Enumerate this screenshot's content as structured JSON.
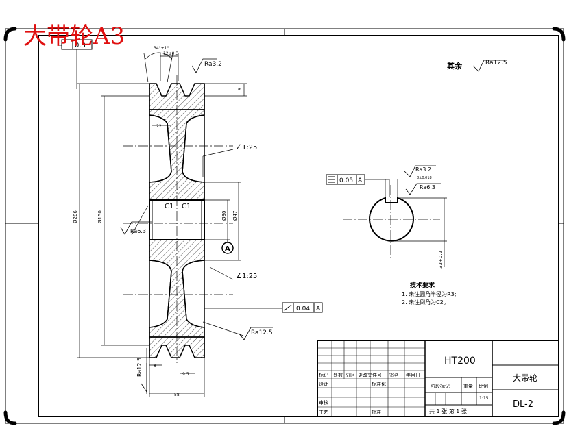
{
  "title_block": {
    "material": "HT200",
    "part_name": "大带轮",
    "drawing_no": "DL-2",
    "scale": "1:15",
    "sheet": "共 1 张  第 1 张",
    "headers": [
      "标记",
      "处数",
      "分区",
      "更改文件号",
      "签名",
      "年月日"
    ],
    "rows": [
      "设计",
      "审核",
      "工艺"
    ],
    "std_label": "标准化",
    "approve_label": "批准",
    "stage_label": "阶段标记",
    "weight_label": "重量",
    "scale_label": "比例"
  },
  "watermark": "大带轮A3",
  "notes": {
    "heading": "技术要求",
    "items": [
      "1. 未注圆角半径为R3;",
      "2. 未注倒角为C2。"
    ]
  },
  "roughness": {
    "other_prefix": "其余",
    "other_value": "Ra12.5",
    "top": "Ra3.2",
    "left": "Ra6.3",
    "right_bottom": "Ra12.5",
    "bottom_left": "Ra12.5",
    "keyway_top": "Ra3.2",
    "keyway_side": "Ra6.3"
  },
  "tolerances": {
    "top_left_value": "0.3",
    "right_value": "0.04",
    "right_datum": "A",
    "symmetry_value": "0.05",
    "symmetry_datum": "A"
  },
  "dims": {
    "groove_angle": "34°±1°",
    "groove_top_width": "12±0.3",
    "height_right": "8",
    "dia_outer": "Ø286",
    "dia_mid": "Ø150",
    "dia_bore": "Ø30",
    "dia_hub": "Ø47",
    "taper_top": "∠1:25",
    "taper_bottom": "∠1:25",
    "chamfer_left": "C1",
    "chamfer_right": "C1",
    "web": "22",
    "edge": "8",
    "pitch": "9.5",
    "width": "58",
    "keyway_width": "8±0.018",
    "keyway_depth": "33+0.2",
    "datum": "A"
  }
}
